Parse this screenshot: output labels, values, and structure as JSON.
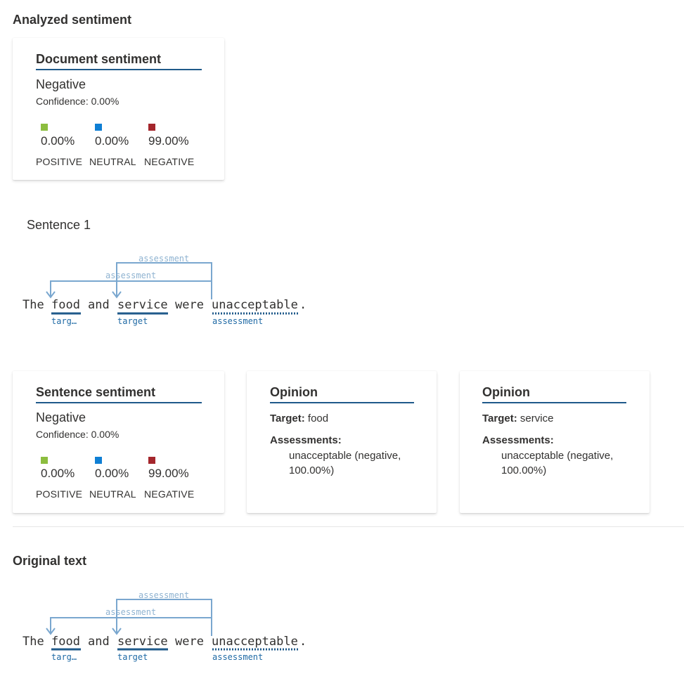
{
  "analyzed": {
    "heading": "Analyzed sentiment",
    "document_card": {
      "title": "Document sentiment",
      "label": "Negative",
      "confidence": "Confidence: 0.00%",
      "scores": [
        {
          "value": "0.00%",
          "category": "POSITIVE",
          "color": "#8cbd3f"
        },
        {
          "value": "0.00%",
          "category": "NEUTRAL",
          "color": "#0f7fd4"
        },
        {
          "value": "99.00%",
          "category": "NEGATIVE",
          "color": "#a4262c"
        }
      ]
    }
  },
  "sentence": {
    "heading": "Sentence 1",
    "tokens": [
      "The",
      "food",
      "and",
      "service",
      "were",
      "unacceptable",
      "."
    ],
    "tags": {
      "food": "targ…",
      "service": "target",
      "unacceptable": "assessment"
    },
    "arc_labels": [
      "assessment",
      "assessment"
    ],
    "sentence_card": {
      "title": "Sentence sentiment",
      "label": "Negative",
      "confidence": "Confidence: 0.00%",
      "scores": [
        {
          "value": "0.00%",
          "category": "POSITIVE",
          "color": "#8cbd3f"
        },
        {
          "value": "0.00%",
          "category": "NEUTRAL",
          "color": "#0f7fd4"
        },
        {
          "value": "99.00%",
          "category": "NEGATIVE",
          "color": "#a4262c"
        }
      ]
    },
    "opinions": [
      {
        "title": "Opinion",
        "target_label": "Target:",
        "target": "food",
        "assessments_label": "Assessments:",
        "assessment_line1": "unacceptable (negative,",
        "assessment_line2": "100.00%)"
      },
      {
        "title": "Opinion",
        "target_label": "Target:",
        "target": "service",
        "assessments_label": "Assessments:",
        "assessment_line1": "unacceptable (negative,",
        "assessment_line2": "100.00%)"
      }
    ]
  },
  "original": {
    "heading": "Original text",
    "tokens": [
      "The",
      "food",
      "and",
      "service",
      "were",
      "unacceptable",
      "."
    ],
    "tags": {
      "food": "targ…",
      "service": "target",
      "unacceptable": "assessment"
    },
    "arc_labels": [
      "assessment",
      "assessment"
    ]
  },
  "colors": {
    "accent": "#1f5a8a",
    "arc": "#7aa7cf",
    "tag": "#1f6aa5"
  }
}
